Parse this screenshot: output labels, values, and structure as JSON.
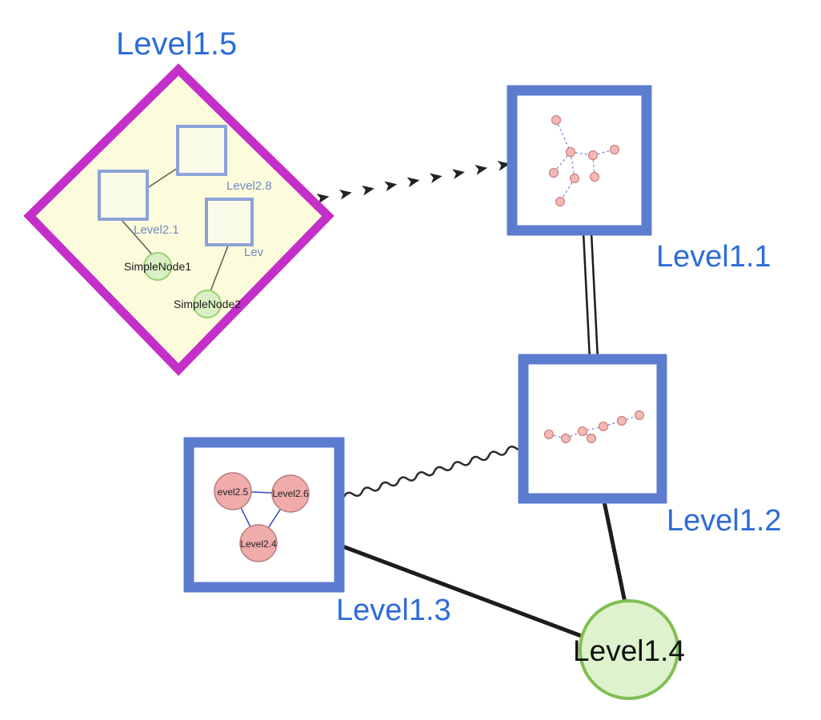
{
  "colors": {
    "label_blue": "#2d6cd8",
    "box_border_blue": "#5c7cd0",
    "inner_square_border": "#8ba3d8",
    "diamond_border": "#c52fc9",
    "diamond_fill": "#fcfcdc",
    "green_fill": "#d9f0c4",
    "green_border": "#9ccf72",
    "big_green_fill": "#def3cd",
    "big_green_border": "#7fbf54",
    "pink_fill": "#f0abab",
    "mini_node_fill": "#f2b9b5",
    "mini_edge_blue": "#7b86d8",
    "triangle_edge_blue": "#3644c4",
    "edge_black": "#1c1c1c",
    "arrow_black": "#222222",
    "label_black": "#111111"
  },
  "nodes": {
    "level1_5": {
      "label": "Level1.5"
    },
    "level1_1": {
      "label": "Level1.1"
    },
    "level1_2": {
      "label": "Level1.2"
    },
    "level1_3": {
      "label": "Level1.3"
    },
    "level1_4": {
      "label": "Level1.4"
    },
    "level2_8": {
      "label": "Level2.8"
    },
    "level2_1": {
      "label": "Level2.1"
    },
    "level2_trunc": {
      "label": "Lev"
    },
    "simple_node_1": {
      "label": "SimpleNode1"
    },
    "simple_node_2": {
      "label": "SimpleNode2"
    },
    "level2_5": {
      "label": "evel2.5"
    },
    "level2_6": {
      "label": "Level2.6"
    },
    "level2_4": {
      "label": "Level2.4"
    }
  },
  "edges": [
    {
      "from": "Level1.5",
      "to": "Level1.1",
      "style": "dashed-arrow"
    },
    {
      "from": "Level1.1",
      "to": "Level1.2",
      "style": "double-line"
    },
    {
      "from": "Level1.3",
      "to": "Level1.2",
      "style": "wavy"
    },
    {
      "from": "Level1.3",
      "to": "Level1.4",
      "style": "solid"
    },
    {
      "from": "Level1.2",
      "to": "Level1.4",
      "style": "solid"
    }
  ]
}
